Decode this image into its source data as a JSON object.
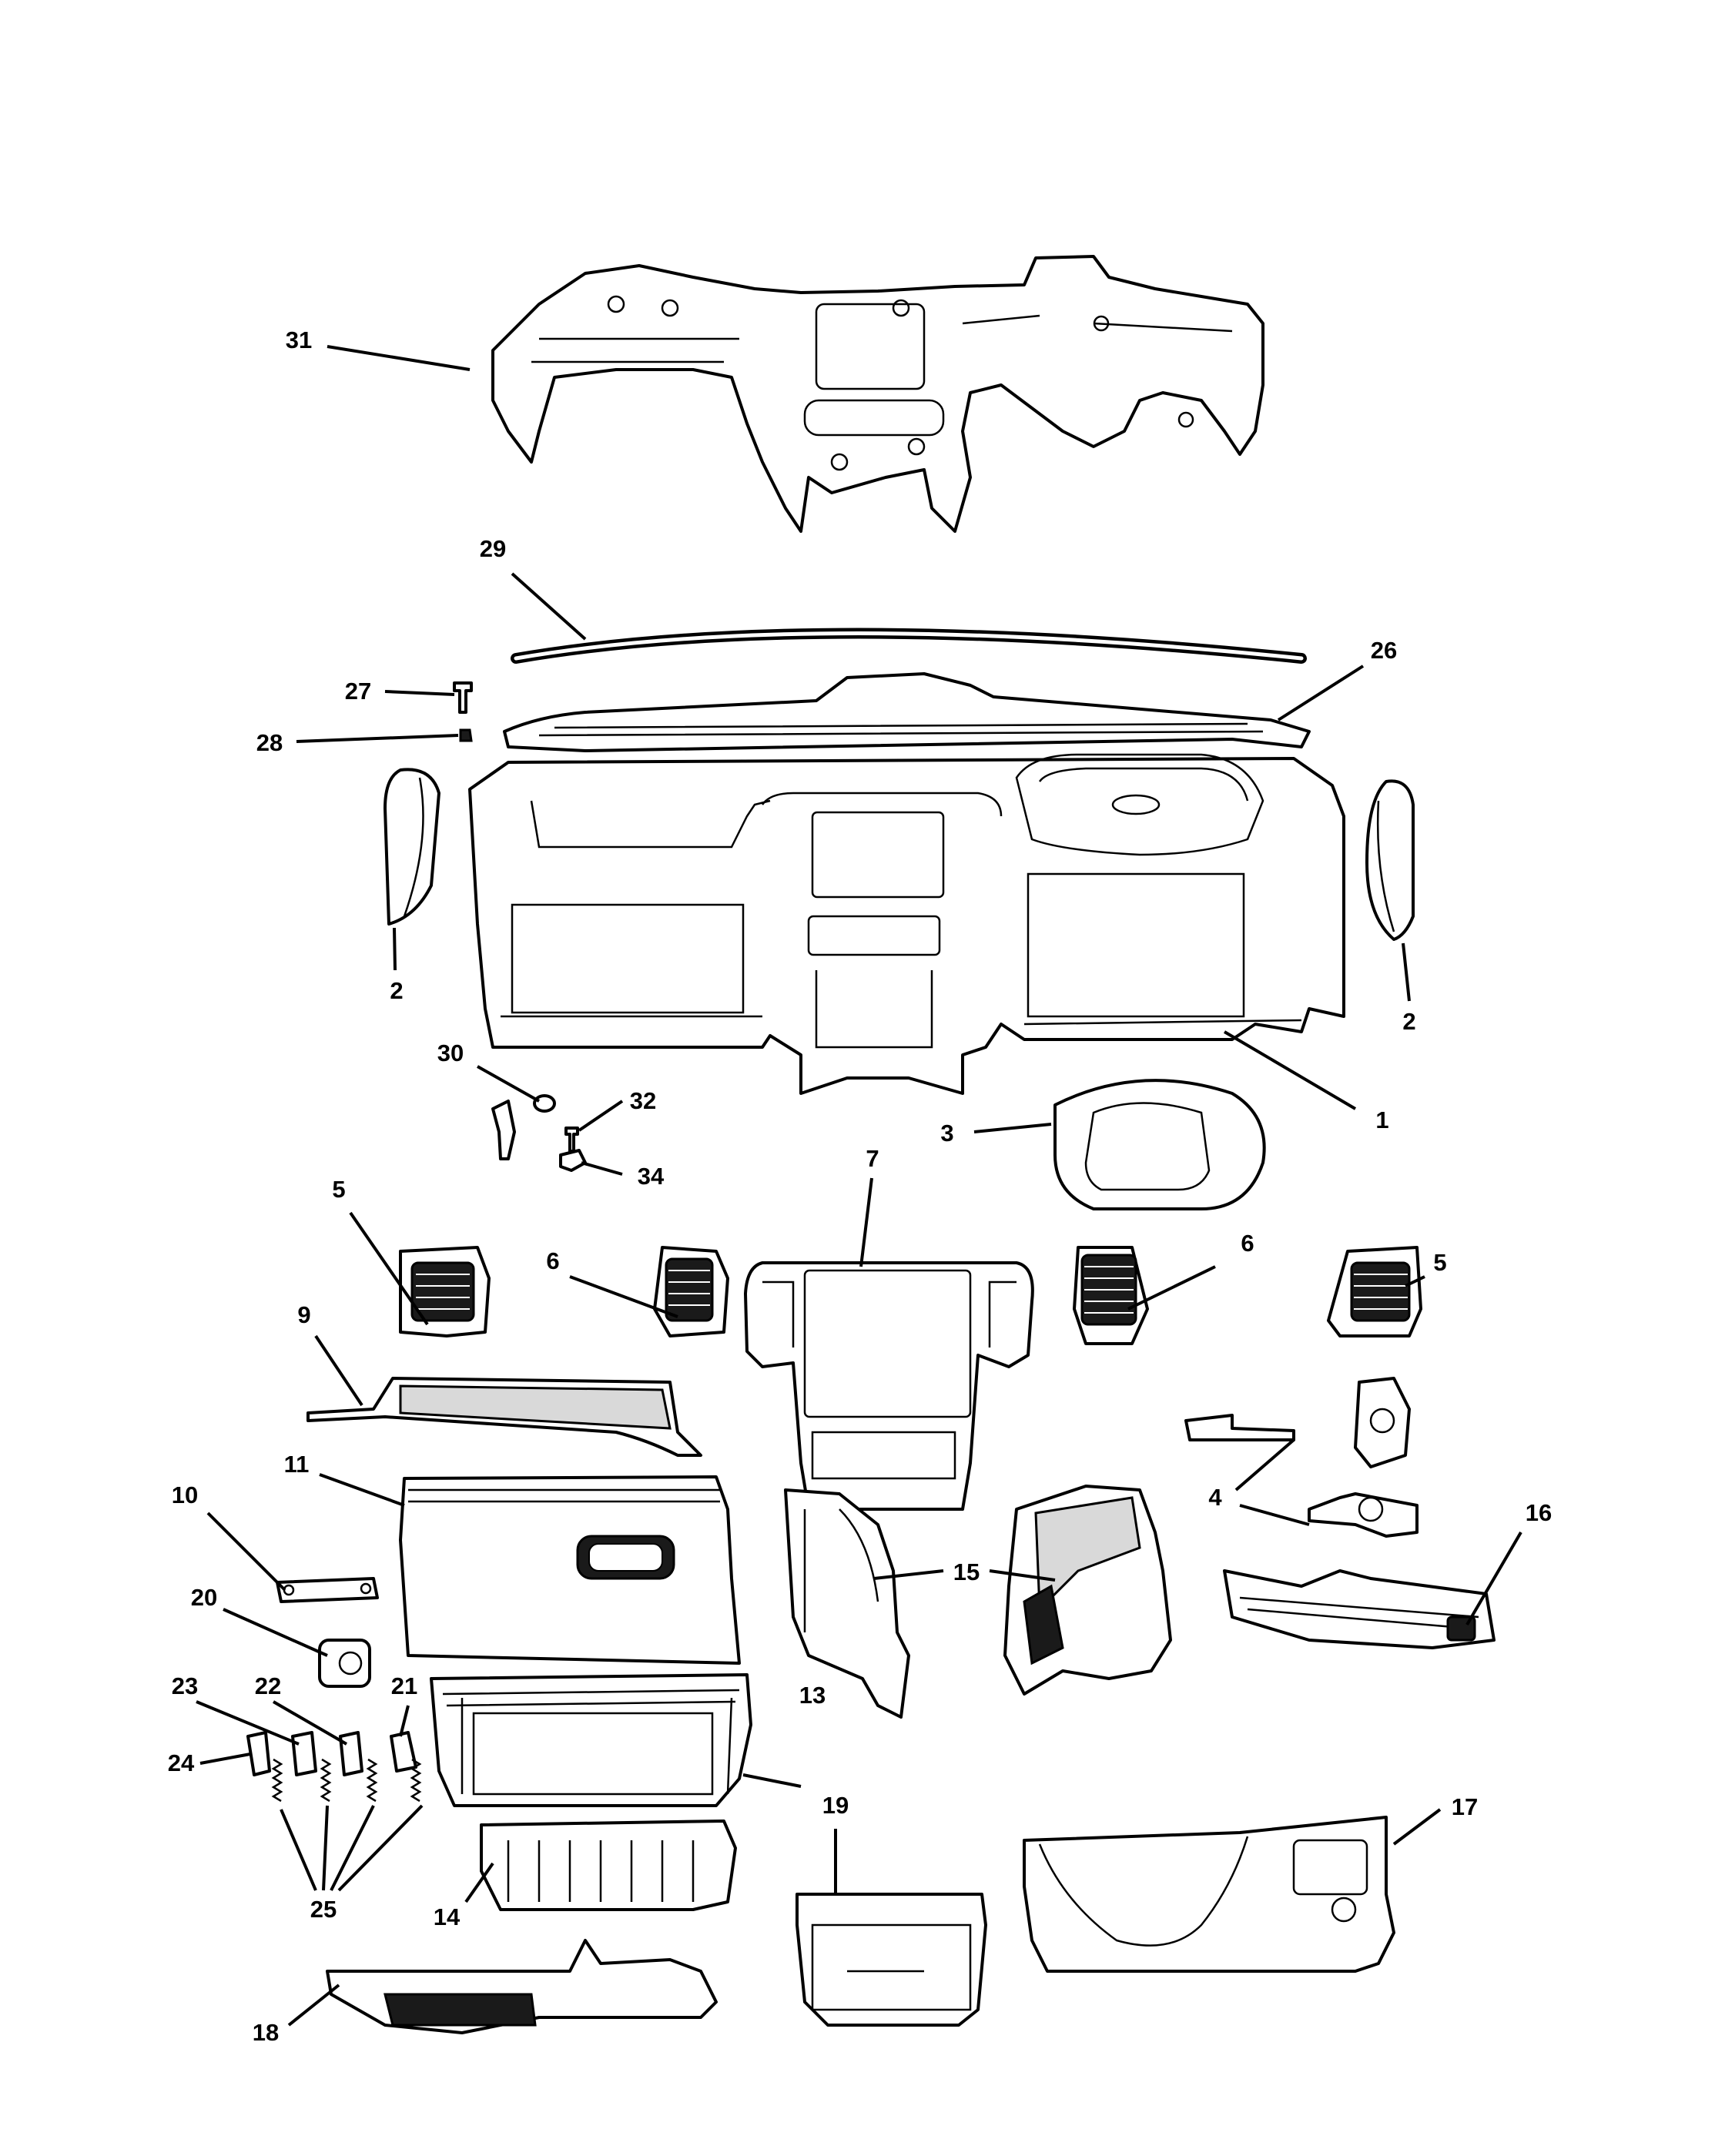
{
  "diagram": {
    "colors": {
      "line": "#000000",
      "background": "#ffffff"
    },
    "callouts": [
      {
        "id": "c31",
        "label": "31",
        "part": "instrument-panel-crossmember"
      },
      {
        "id": "c29",
        "label": "29",
        "part": "windshield-seal-strip"
      },
      {
        "id": "c26",
        "label": "26",
        "part": "defroster-panel"
      },
      {
        "id": "c27",
        "label": "27",
        "part": "screw"
      },
      {
        "id": "c28",
        "label": "28",
        "part": "clip"
      },
      {
        "id": "c2l",
        "label": "2",
        "part": "end-cap-left"
      },
      {
        "id": "c2r",
        "label": "2",
        "part": "end-cap-right"
      },
      {
        "id": "c1",
        "label": "1",
        "part": "instrument-panel"
      },
      {
        "id": "c30",
        "label": "30",
        "part": "plug"
      },
      {
        "id": "c32",
        "label": "32",
        "part": "screw-small"
      },
      {
        "id": "c34",
        "label": "34",
        "part": "nut"
      },
      {
        "id": "c3",
        "label": "3",
        "part": "cluster-bezel"
      },
      {
        "id": "c5l",
        "label": "5",
        "part": "outlet-left"
      },
      {
        "id": "c5r",
        "label": "5",
        "part": "outlet-right"
      },
      {
        "id": "c6l",
        "label": "6",
        "part": "center-outlet-left"
      },
      {
        "id": "c6r",
        "label": "6",
        "part": "center-outlet-right"
      },
      {
        "id": "c7",
        "label": "7",
        "part": "center-bezel"
      },
      {
        "id": "c9",
        "label": "9",
        "part": "trim-panel"
      },
      {
        "id": "c4",
        "label": "4",
        "part": "bracket"
      },
      {
        "id": "c11",
        "label": "11",
        "part": "glove-box-door"
      },
      {
        "id": "c10",
        "label": "10",
        "part": "striker"
      },
      {
        "id": "c16",
        "label": "16",
        "part": "lower-trim"
      },
      {
        "id": "c15",
        "label": "15",
        "part": "console-side-panel"
      },
      {
        "id": "c20",
        "label": "20",
        "part": "latch"
      },
      {
        "id": "c23",
        "label": "23",
        "part": "hinge-clip-a"
      },
      {
        "id": "c22",
        "label": "22",
        "part": "hinge-clip-b"
      },
      {
        "id": "c21",
        "label": "21",
        "part": "hinge-clip-c"
      },
      {
        "id": "c24",
        "label": "24",
        "part": "hinge-clip-d"
      },
      {
        "id": "c13",
        "label": "13",
        "part": "glove-box-bin"
      },
      {
        "id": "c25",
        "label": "25",
        "part": "springs"
      },
      {
        "id": "c14",
        "label": "14",
        "part": "glove-box-liner"
      },
      {
        "id": "c19",
        "label": "19",
        "part": "storage-bin"
      },
      {
        "id": "c17",
        "label": "17",
        "part": "knee-bolster"
      },
      {
        "id": "c18",
        "label": "18",
        "part": "lower-cover"
      }
    ]
  }
}
